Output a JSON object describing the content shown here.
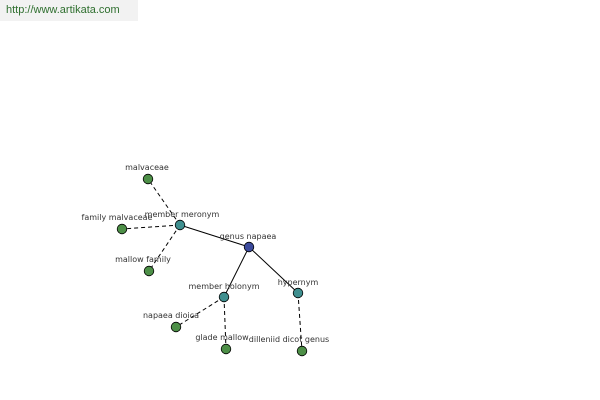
{
  "banner": {
    "url_text": "http://www.artikata.com"
  },
  "colors": {
    "root": "#3b4a9c",
    "relation": "#3f8f8f",
    "leaf": "#4d8f47",
    "banner_bg": "#f2f2f2",
    "banner_text": "#2f6f2f"
  },
  "graph": {
    "nodes": [
      {
        "id": "genus-napaea",
        "label": "genus napaea",
        "kind": "root"
      },
      {
        "id": "member-meronym",
        "label": "member meronym",
        "kind": "relation"
      },
      {
        "id": "member-holonym",
        "label": "member holonym",
        "kind": "relation"
      },
      {
        "id": "hypernym",
        "label": "hypernym",
        "kind": "relation"
      },
      {
        "id": "malvaceae",
        "label": "malvaceae",
        "kind": "leaf"
      },
      {
        "id": "family-malvaceae",
        "label": "family malvaceae",
        "kind": "leaf"
      },
      {
        "id": "mallow-family",
        "label": "mallow family",
        "kind": "leaf"
      },
      {
        "id": "napaea-dioica",
        "label": "napaea dioica",
        "kind": "leaf"
      },
      {
        "id": "glade-mallow",
        "label": "glade mallow",
        "kind": "leaf"
      },
      {
        "id": "dilleniid-dicot-genus",
        "label": "dilleniid dicot genus",
        "kind": "leaf"
      }
    ],
    "edges": [
      {
        "from": "genus-napaea",
        "to": "member-meronym",
        "style": "solid"
      },
      {
        "from": "genus-napaea",
        "to": "member-holonym",
        "style": "solid"
      },
      {
        "from": "genus-napaea",
        "to": "hypernym",
        "style": "solid"
      },
      {
        "from": "member-meronym",
        "to": "malvaceae",
        "style": "dashed"
      },
      {
        "from": "member-meronym",
        "to": "family-malvaceae",
        "style": "dashed"
      },
      {
        "from": "member-meronym",
        "to": "mallow-family",
        "style": "dashed"
      },
      {
        "from": "member-holonym",
        "to": "napaea-dioica",
        "style": "dashed"
      },
      {
        "from": "member-holonym",
        "to": "glade-mallow",
        "style": "dashed"
      },
      {
        "from": "hypernym",
        "to": "dilleniid-dicot-genus",
        "style": "dashed"
      }
    ]
  }
}
